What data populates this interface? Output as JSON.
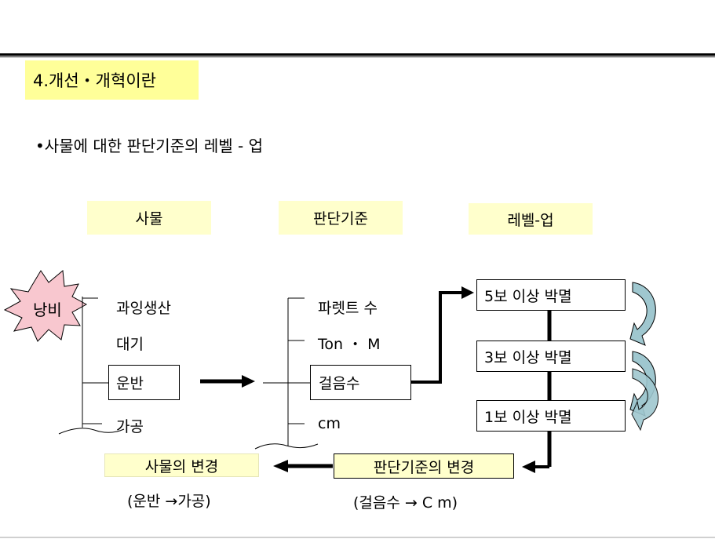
{
  "title": "4.개선・개혁이란",
  "bullet": "•사물에 대한 판단기준의 레벨 - 업",
  "columns": {
    "things": "사물",
    "criteria": "판단기준",
    "level_up": "레벨-업"
  },
  "starburst_label": "낭비",
  "things_items": [
    "과잉생산",
    "대기",
    "운반",
    "가공"
  ],
  "criteria_items": [
    "파렛트 수",
    "Ton ・ M",
    "걸음수",
    "cm"
  ],
  "level_items": [
    "5보 이상 박멸",
    "3보 이상 박멸",
    "1보 이상 박멸"
  ],
  "change_things": "사물의 변경",
  "change_things_example": "(운반 →가공)",
  "change_criteria": "판단기준의 변경",
  "change_criteria_example": "(걸음수 → C m)",
  "colors": {
    "title_bg": "#ffff99",
    "label_bg": "#ffffcc",
    "starburst": "#f8c7cf",
    "curved_arrow": "#9fc7cf"
  }
}
